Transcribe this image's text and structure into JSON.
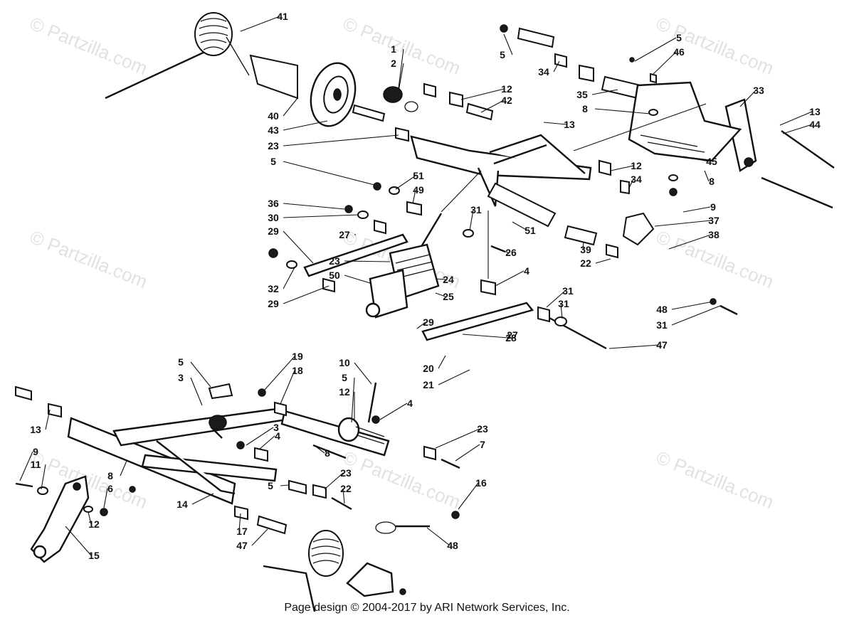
{
  "diagram": {
    "watermark": "© Partzilla.com",
    "footer": "Page design © 2004-2017 by ARI Network Services, Inc.",
    "callouts": [
      "41",
      "1",
      "2",
      "5",
      "34",
      "12",
      "42",
      "35",
      "8",
      "33",
      "5",
      "46",
      "13",
      "44",
      "13",
      "40",
      "43",
      "23",
      "5",
      "51",
      "49",
      "45",
      "12",
      "34",
      "8",
      "9",
      "36",
      "30",
      "29",
      "27",
      "31",
      "51",
      "37",
      "38",
      "39",
      "22",
      "23",
      "50",
      "24",
      "25",
      "26",
      "4",
      "32",
      "29",
      "31",
      "31",
      "27",
      "28",
      "47",
      "48",
      "31",
      "29",
      "20",
      "21",
      "5",
      "3",
      "19",
      "18",
      "10",
      "5",
      "12",
      "4",
      "3",
      "4",
      "23",
      "7",
      "8",
      "13",
      "9",
      "11",
      "8",
      "6",
      "14",
      "12",
      "15",
      "5",
      "23",
      "22",
      "16",
      "17",
      "47",
      "48"
    ]
  }
}
